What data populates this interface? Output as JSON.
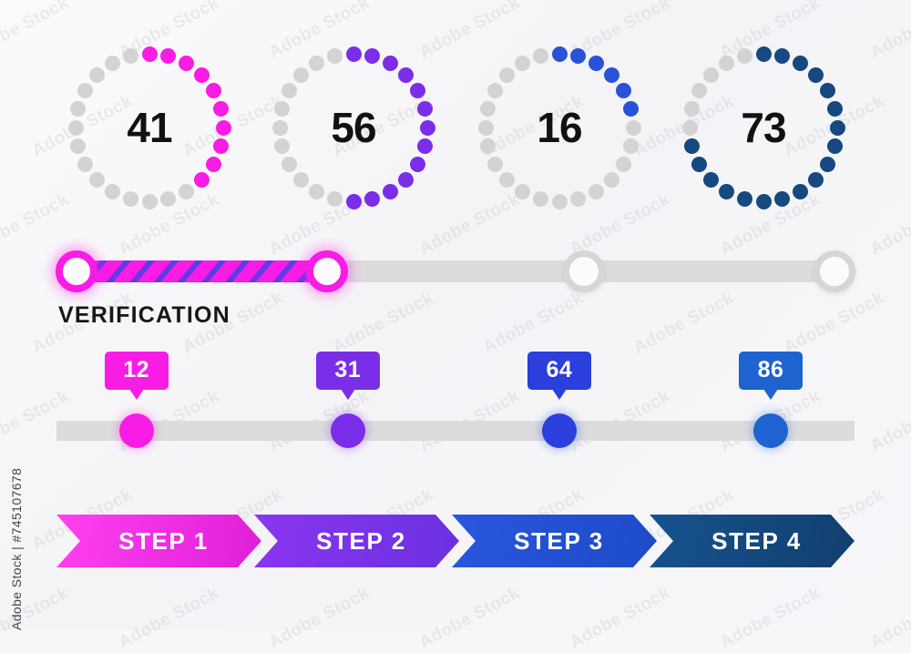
{
  "watermark": {
    "vertical_text": "Adobe Stock | #745107678",
    "tile_text": "Adobe Stock"
  },
  "palette": {
    "magenta": "#f81ce5",
    "purple": "#7b2ee8",
    "blue": "#2a52d8",
    "blue_light": "#1e63d0",
    "navy": "#15497f",
    "track_gray": "#dcdcdd",
    "dot_gray": "#d3d3d6",
    "background": "#f7f7f9"
  },
  "donuts": {
    "total_dots": 24,
    "items": [
      {
        "value": "41",
        "percent": 41,
        "filled": 10,
        "color": "#f81ce5",
        "name": "donut-pink"
      },
      {
        "value": "56",
        "percent": 56,
        "filled": 13,
        "color": "#7b2ee8",
        "name": "donut-purple"
      },
      {
        "value": "16",
        "percent": 16,
        "filled": 6,
        "color": "#2a52d8",
        "name": "donut-blue"
      },
      {
        "value": "73",
        "percent": 73,
        "filled": 18,
        "color": "#15497f",
        "name": "donut-navy"
      }
    ]
  },
  "progress_track": {
    "label": "VERIFICATION",
    "fill_percent": 33,
    "fill_color": "#f81ce5",
    "stripe_color": "#5a3ce6",
    "knobs": [
      {
        "position_percent": 0,
        "state": "active"
      },
      {
        "position_percent": 33,
        "state": "active"
      },
      {
        "position_percent": 67,
        "state": "idle"
      },
      {
        "position_percent": 100,
        "state": "idle"
      }
    ]
  },
  "markers": {
    "items": [
      {
        "value": "12",
        "color": "#f81ce5",
        "position_percent": 10,
        "name": "marker-12"
      },
      {
        "value": "31",
        "color": "#7b2ee8",
        "position_percent": 36.5,
        "name": "marker-31"
      },
      {
        "value": "64",
        "color": "#2a3fdb",
        "position_percent": 63,
        "name": "marker-64"
      },
      {
        "value": "86",
        "color": "#1e63d0",
        "position_percent": 89.5,
        "name": "marker-86"
      }
    ]
  },
  "steps": {
    "items": [
      {
        "label": "STEP 1",
        "color_from": "#ff3ff0",
        "color_to": "#e020d8",
        "name": "step-1"
      },
      {
        "label": "STEP 2",
        "color_from": "#8a36f0",
        "color_to": "#6a30e0",
        "name": "step-2"
      },
      {
        "label": "STEP 3",
        "color_from": "#2a56dd",
        "color_to": "#1d4bc8",
        "name": "step-3"
      },
      {
        "label": "STEP 4",
        "color_from": "#17528f",
        "color_to": "#113f6e",
        "name": "step-4"
      }
    ]
  }
}
